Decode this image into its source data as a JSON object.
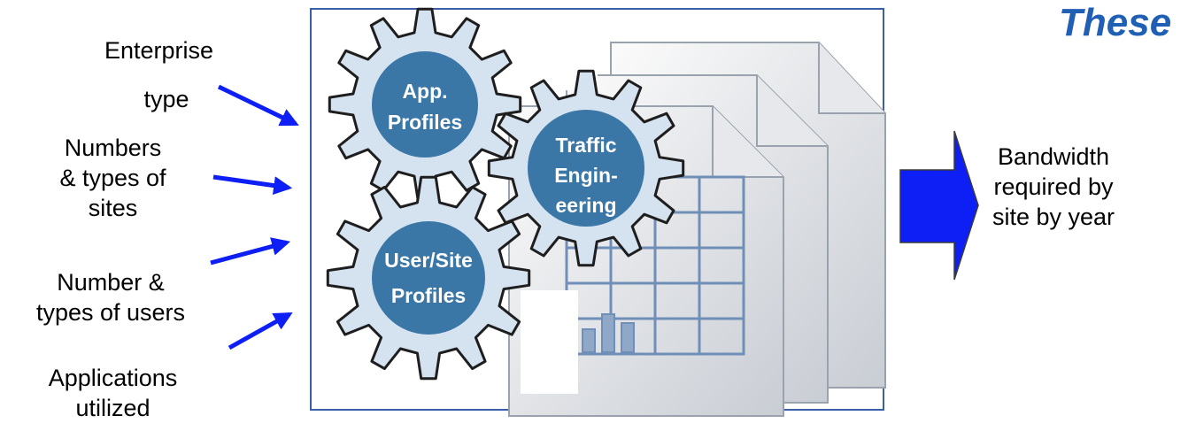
{
  "heading": "These",
  "inputs": [
    {
      "lines": [
        "Enterprise",
        "type"
      ]
    },
    {
      "lines": [
        "Numbers",
        "& types of",
        "sites"
      ]
    },
    {
      "lines": [
        "Number &",
        "types of users"
      ]
    },
    {
      "lines": [
        "Applications",
        "utilized"
      ]
    }
  ],
  "gears": {
    "app_profiles": [
      "App.",
      "Profiles"
    ],
    "traffic_engineering": [
      "Traffic",
      "Engin-",
      "eering"
    ],
    "user_site_profiles": [
      "User/Site",
      "Profiles"
    ]
  },
  "output": {
    "lines": [
      "Bandwidth",
      "required by",
      "site by year"
    ]
  },
  "colors": {
    "arrow": "#0d1ff5",
    "gear_fill": "#d5e2ef",
    "gear_outline": "#1e1e1e",
    "gear_center": "#3a76a6",
    "box_border": "#3b5ea8",
    "heading": "#1f5fb4"
  }
}
